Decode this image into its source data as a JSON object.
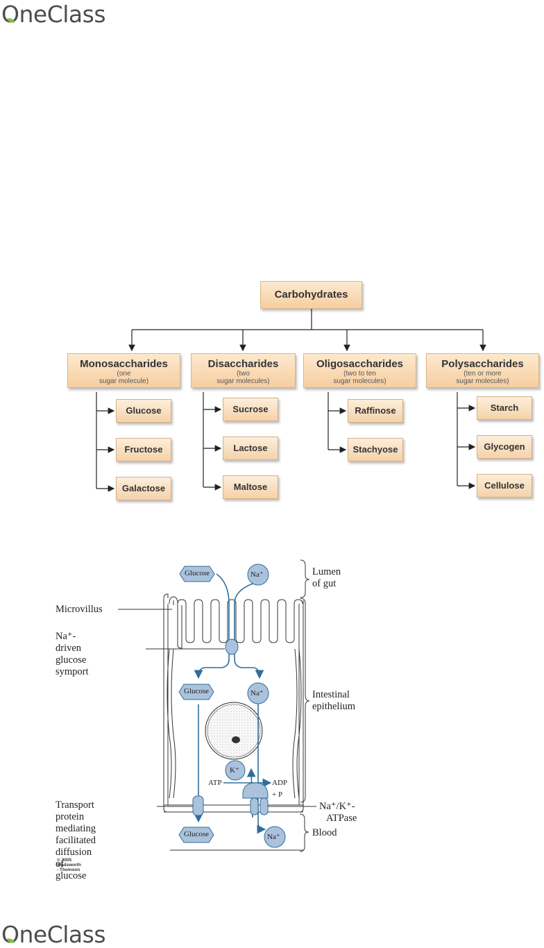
{
  "header": {
    "logo_text": "OneClass"
  },
  "footer": {
    "logo_text": "OneClass"
  },
  "carbohydrate_tree": {
    "root": "Carbohydrates",
    "categories": [
      {
        "title": "Monosaccharides",
        "subtitle_1": "(one",
        "subtitle_2": "sugar molecule)",
        "items": [
          "Glucose",
          "Fructose",
          "Galactose"
        ]
      },
      {
        "title": "Disaccharides",
        "subtitle_1": "(two",
        "subtitle_2": "sugar molecules)",
        "items": [
          "Sucrose",
          "Lactose",
          "Maltose"
        ]
      },
      {
        "title": "Oligosaccharides",
        "subtitle_1": "(two to ten",
        "subtitle_2": "sugar molecules)",
        "items": [
          "Raffinose",
          "Stachyose"
        ]
      },
      {
        "title": "Polysaccharides",
        "subtitle_1": "(ten or more",
        "subtitle_2": "sugar molecules)",
        "items": [
          "Starch",
          "Glycogen",
          "Cellulose"
        ]
      }
    ]
  },
  "epithelium_figure": {
    "labels": {
      "lumen_1": "Lumen",
      "lumen_2": "of gut",
      "microvillus": "Microvillus",
      "symport_1": "Na⁺-driven",
      "symport_2": "glucose symport",
      "intestinal_1": "Intestinal",
      "intestinal_2": "epithelium",
      "transport_1": "Transport protein",
      "transport_2": "mediating facilitated",
      "transport_3": "diffusion of glucose",
      "atpase_1": "Na⁺/K⁺-",
      "atpase_2": "ATPase",
      "blood": "Blood",
      "glucose_top": "Glucose",
      "glucose_mid": "Glucose",
      "glucose_bottom": "Glucose",
      "na_top": "Na⁺",
      "na_mid": "Na⁺",
      "na_bottom": "Na⁺",
      "k": "K⁺",
      "atp": "ATP",
      "adp": "ADP + P"
    },
    "copyright": "© 2005 Wadsworth - Thomson"
  }
}
